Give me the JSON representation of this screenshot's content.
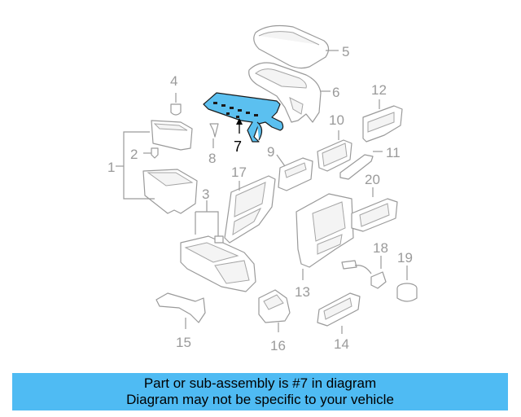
{
  "banner": {
    "line1": "Part or sub-assembly is #7 in diagram",
    "line2": "Diagram may not be specific to your vehicle"
  },
  "callouts": {
    "c1": "1",
    "c2": "2",
    "c3": "3",
    "c4": "4",
    "c5": "5",
    "c6": "6",
    "c7": "7",
    "c8": "8",
    "c9": "9",
    "c10": "10",
    "c11": "11",
    "c12": "12",
    "c13": "13",
    "c14": "14",
    "c15": "15",
    "c16": "16",
    "c17": "17",
    "c18": "18",
    "c19": "19",
    "c20": "20"
  },
  "colors": {
    "highlight": "#5bc0f0",
    "banner": "#4fbbf3",
    "line_art": "#9a9a9a"
  }
}
